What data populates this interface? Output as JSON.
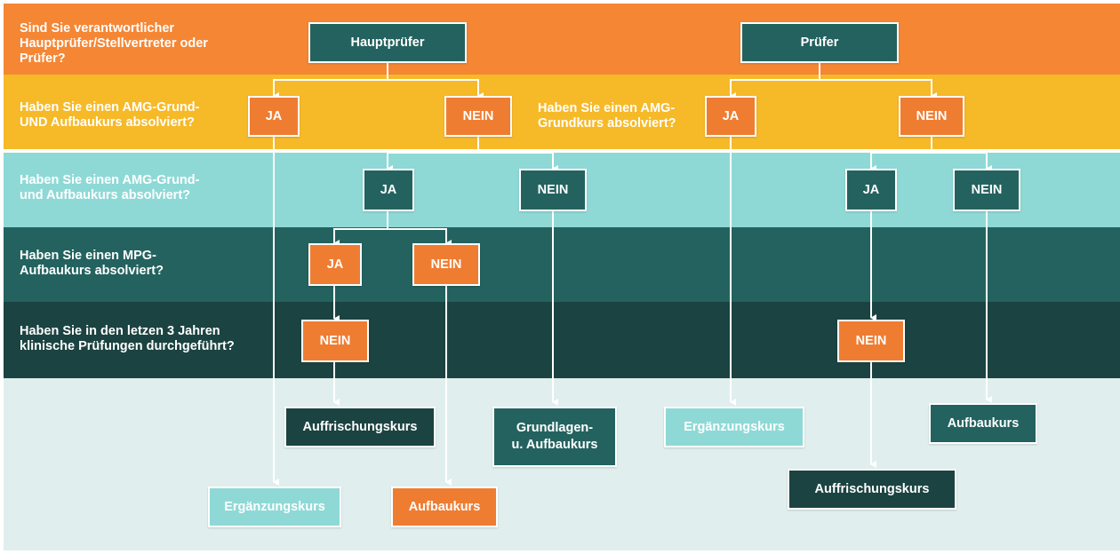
{
  "colors": {
    "orange": "#f58634",
    "yellow": "#f6b928",
    "light_teal": "#8ed9d6",
    "teal": "#23625f",
    "dark_teal": "#1b4341",
    "pale": "#e0eeee"
  },
  "bands": {
    "q1": "Sind Sie verantwortlicher\nHauptprüfer/Stellvertreter  oder\nPrüfer?",
    "q2": "Haben Sie einen AMG-Grund-\nUND Aufbaukurs absolviert?",
    "q2b": "Haben Sie einen AMG-\nGrundkurs absolviert?",
    "q3": "Haben Sie einen AMG-Grund-\nund Aufbaukurs absolviert?",
    "q4": "Haben Sie einen MPG-\nAufbaukurs absolviert?",
    "q5": "Haben Sie in den letzen 3 Jahren\nklinische Prüfungen durchgeführt?"
  },
  "nodes": {
    "hauptpruefer": "Hauptprüfer",
    "pruefer": "Prüfer",
    "hp_ja": "JA",
    "hp_nein": "NEIN",
    "p_ja": "JA",
    "p_nein": "NEIN",
    "hp_r3_ja": "JA",
    "hp_r3_nein": "NEIN",
    "p_r3_ja": "JA",
    "p_r3_nein": "NEIN",
    "hp_r4_ja": "JA",
    "hp_r4_nein": "NEIN",
    "hp_r5_nein": "NEIN",
    "p_r5_nein": "NEIN"
  },
  "outcomes": {
    "auffrischung1": "Auffrischungskurs",
    "grundlagen": "Grundlagen-\nu. Aufbaukurs",
    "ergaenzung2": "Ergänzungskurs",
    "aufbau1": "Aufbaukurs",
    "ergaenzung1": "Ergänzungskurs",
    "aufbau2": "Aufbaukurs",
    "auffrischung2": "Auffrischungskurs"
  }
}
